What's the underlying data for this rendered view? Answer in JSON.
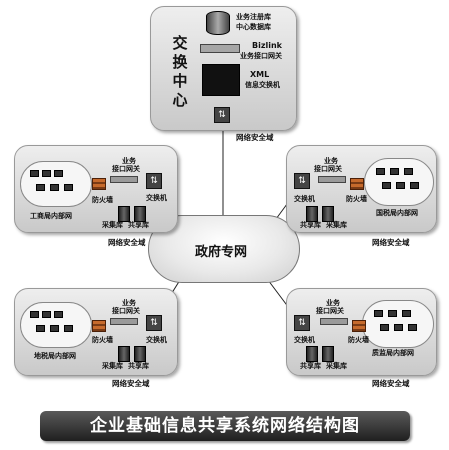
{
  "title": "企业基础信息共享系统网络结构图",
  "center": {
    "hub_label": [
      "交",
      "换",
      "中",
      "心"
    ],
    "db_label": [
      "业务注册库",
      "中心数据库"
    ],
    "bizlink_label": [
      "Bizlink",
      "业务接口网关"
    ],
    "xml_label": [
      "XML",
      "信息交换机"
    ],
    "security_domain": "网络安全域"
  },
  "gov_network": "政府专网",
  "bureaus": [
    {
      "network": "工商局内部网",
      "gateway": [
        "业务",
        "接口网关"
      ],
      "firewall": "防火墙",
      "switch": "交换机",
      "db1": "采集库",
      "db2": "共享库",
      "security_domain": "网络安全域"
    },
    {
      "network": "国税局内部网",
      "gateway": [
        "业务",
        "接口网关"
      ],
      "firewall": "防火墙",
      "switch": "交换机",
      "db1": "共享库",
      "db2": "采集库",
      "security_domain": "网络安全域"
    },
    {
      "network": "地税局内部网",
      "gateway": [
        "业务",
        "接口网关"
      ],
      "firewall": "防火墙",
      "switch": "交换机",
      "db1": "采集库",
      "db2": "共享库",
      "security_domain": "网络安全域"
    },
    {
      "network": "质监局内部网",
      "gateway": [
        "业务",
        "接口网关"
      ],
      "firewall": "防火墙",
      "switch": "交换机",
      "db1": "共享库",
      "db2": "采集库",
      "security_domain": "网络安全域"
    }
  ]
}
